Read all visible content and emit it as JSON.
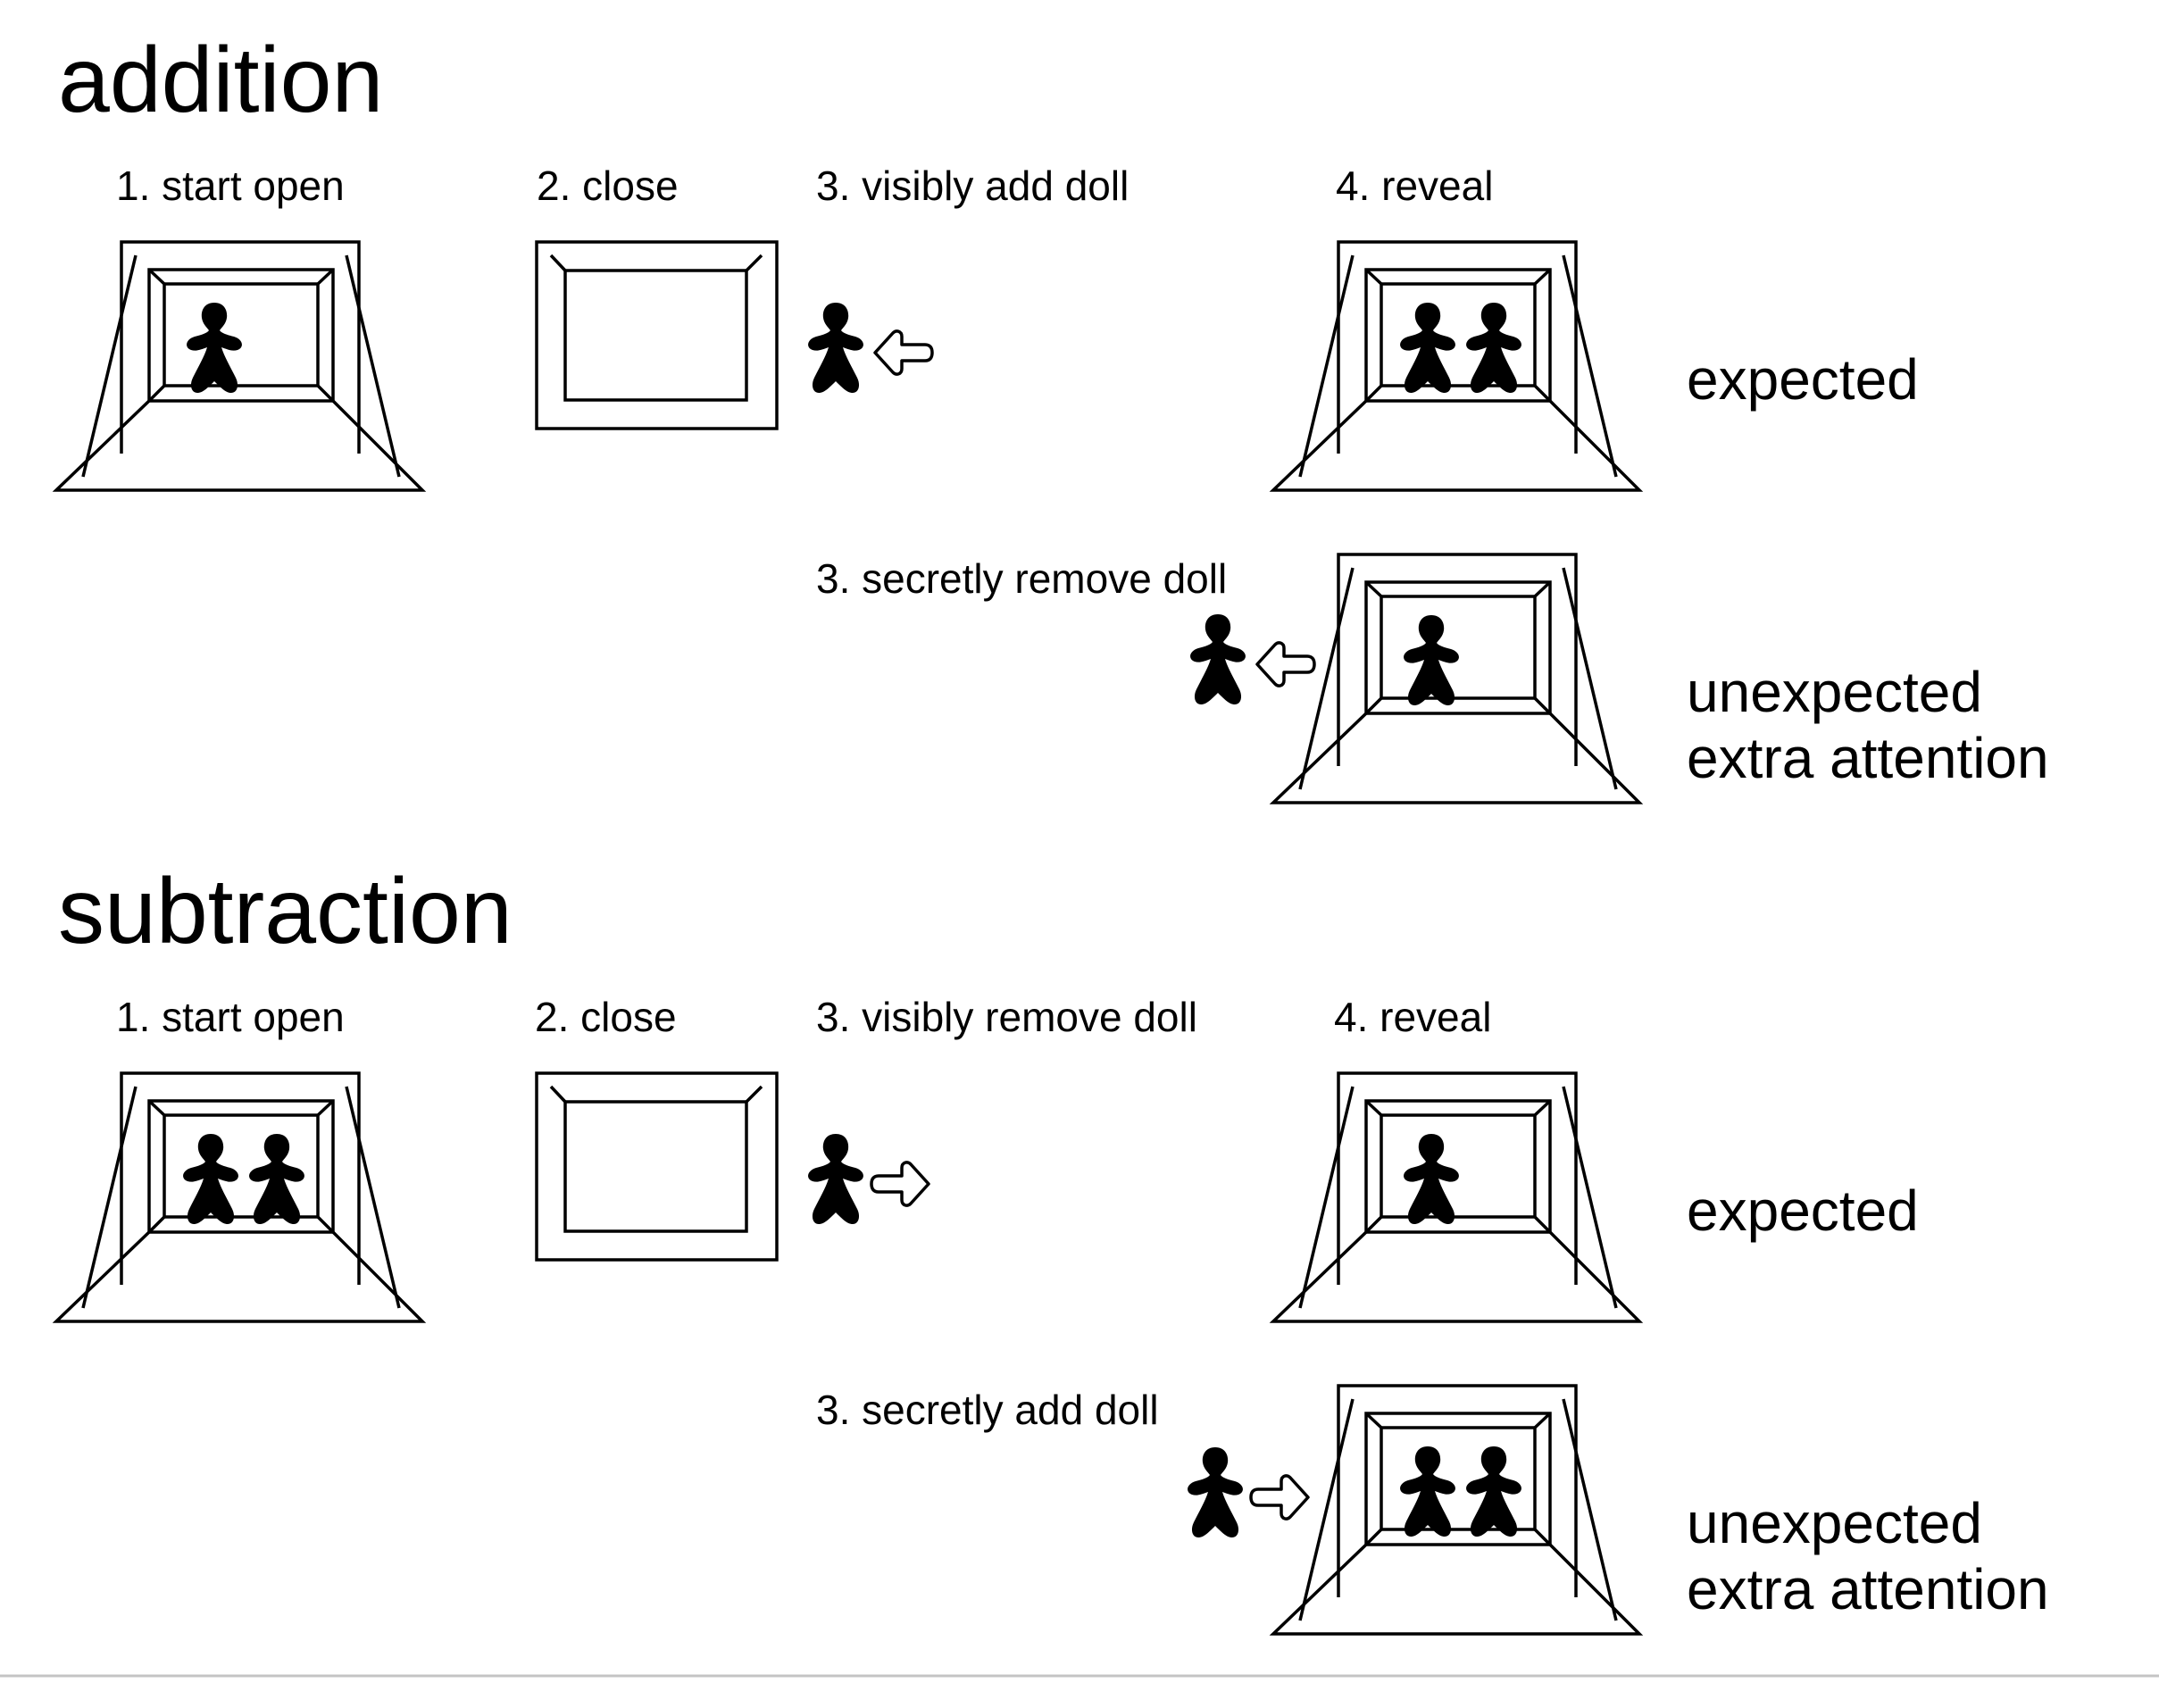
{
  "sections": [
    {
      "id": "addition",
      "heading": "addition",
      "steps": [
        {
          "label": "1. start open",
          "kind": "open-stage",
          "dolls": 1
        },
        {
          "label": "2. close",
          "kind": "closed-screen"
        },
        {
          "label": "3. visibly add doll",
          "kind": "doll-transfer",
          "arrow_direction": "left"
        },
        {
          "label": "4. reveal",
          "kind": "open-stage",
          "dolls": 2
        }
      ],
      "outcomes": [
        {
          "text_lines": [
            "expected"
          ]
        },
        {
          "step_label": "3. secretly remove doll",
          "arrow_direction": "left",
          "dolls": 1,
          "text_lines": [
            "unexpected",
            "extra attention"
          ]
        }
      ]
    },
    {
      "id": "subtraction",
      "heading": "subtraction",
      "steps": [
        {
          "label": "1. start open",
          "kind": "open-stage",
          "dolls": 2
        },
        {
          "label": "2. close",
          "kind": "closed-screen"
        },
        {
          "label": "3. visibly remove doll",
          "kind": "doll-transfer",
          "arrow_direction": "right"
        },
        {
          "label": "4. reveal",
          "kind": "open-stage",
          "dolls": 1
        }
      ],
      "outcomes": [
        {
          "text_lines": [
            "expected"
          ]
        },
        {
          "step_label": "3. secretly add doll",
          "arrow_direction": "right",
          "dolls": 2,
          "text_lines": [
            "unexpected",
            "extra attention"
          ]
        }
      ]
    }
  ],
  "colors": {
    "ink": "#000000",
    "background": "#ffffff",
    "divider": "#c4c4c4"
  }
}
